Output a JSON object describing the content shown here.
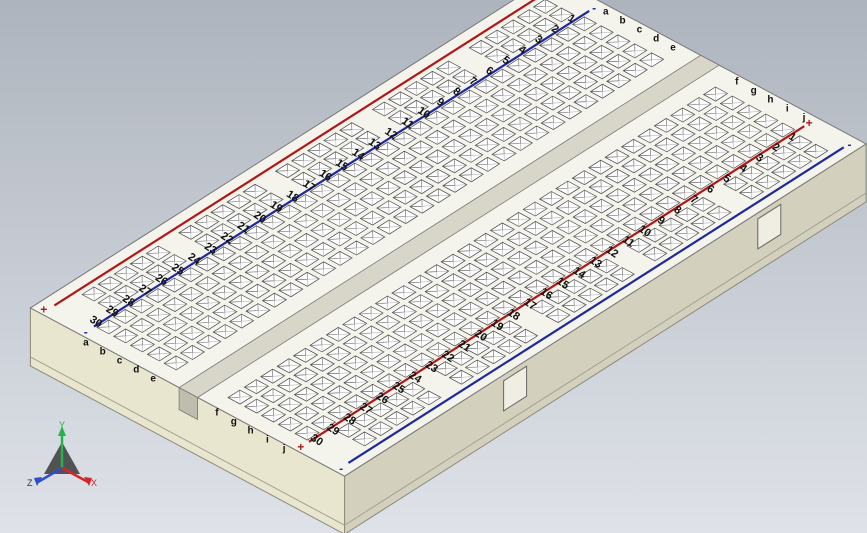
{
  "model": {
    "row_count": 30,
    "terminal_columns_left": [
      "a",
      "b",
      "c",
      "d",
      "e"
    ],
    "terminal_columns_right": [
      "f",
      "g",
      "h",
      "i",
      "j"
    ],
    "rail_plus_symbol": "+",
    "rail_minus_symbol": "-",
    "colors": {
      "plus_rail": "#b01818",
      "minus_rail": "#1d2a9c",
      "body_top": "#f4f3ec",
      "body_side_left": "#e8e6cf",
      "body_side_right": "#d3d1bd",
      "hole_border": "#444444",
      "background": "#c4c9d1"
    }
  },
  "triad": {
    "x_label": "X",
    "y_label": "Y",
    "z_label": "Z",
    "colors": {
      "x": "#d4262a",
      "y": "#27b24b",
      "z": "#2e4fc9"
    }
  }
}
